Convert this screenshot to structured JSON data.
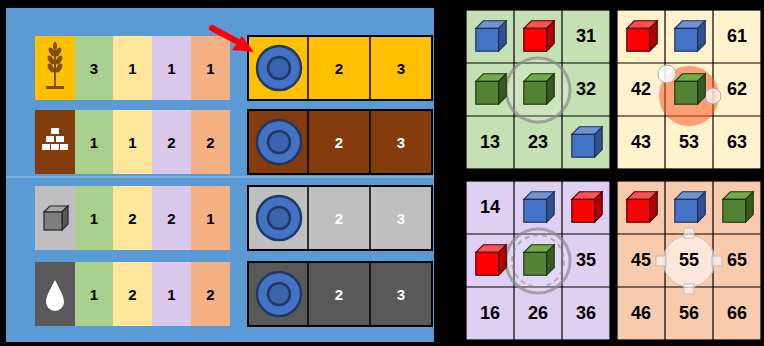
{
  "diagram": {
    "labels": [
      "3",
      "1",
      "1",
      "1",
      "2",
      "3",
      "1",
      "1",
      "2",
      "2",
      "2",
      "3",
      "1",
      "2",
      "2",
      "1",
      "2",
      "3",
      "1",
      "2",
      "1",
      "2",
      "2",
      "3",
      "31",
      "32",
      "13",
      "23",
      "61",
      "42",
      "62",
      "43",
      "53",
      "63",
      "14",
      "35",
      "16",
      "26",
      "36",
      "45",
      "55",
      "65",
      "46",
      "56",
      "66"
    ]
  }
}
